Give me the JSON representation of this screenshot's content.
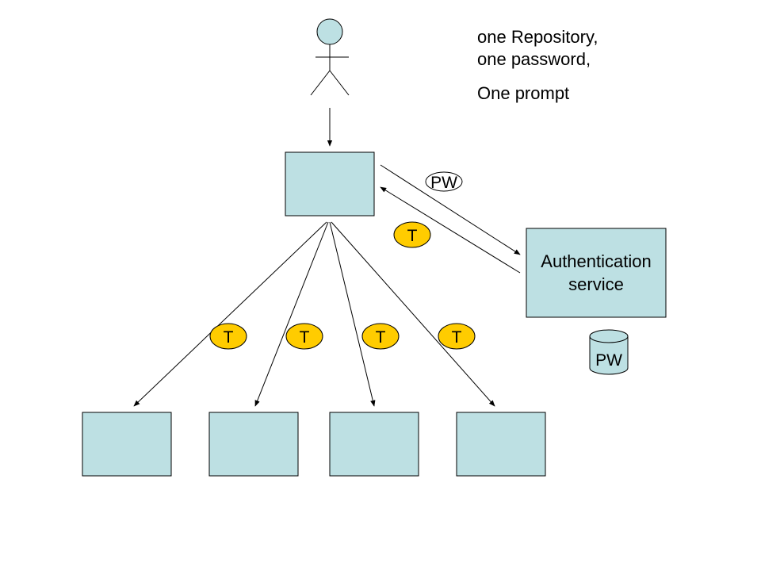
{
  "captions": {
    "line1": "one Repository,",
    "line2": "one password,",
    "line3": "One prompt"
  },
  "auth_service": {
    "line1": "Authentication",
    "line2": "service"
  },
  "password_label": "PW",
  "repository_label": "PW",
  "token_label": "T",
  "colors": {
    "box_fill": "#bde0e3",
    "token_fill": "#ffcc00",
    "person_head": "#bde0e3",
    "ellipse_fill": "#ffffff"
  },
  "icons": {
    "user": "stick-figure-icon",
    "database": "database-cylinder-icon"
  }
}
